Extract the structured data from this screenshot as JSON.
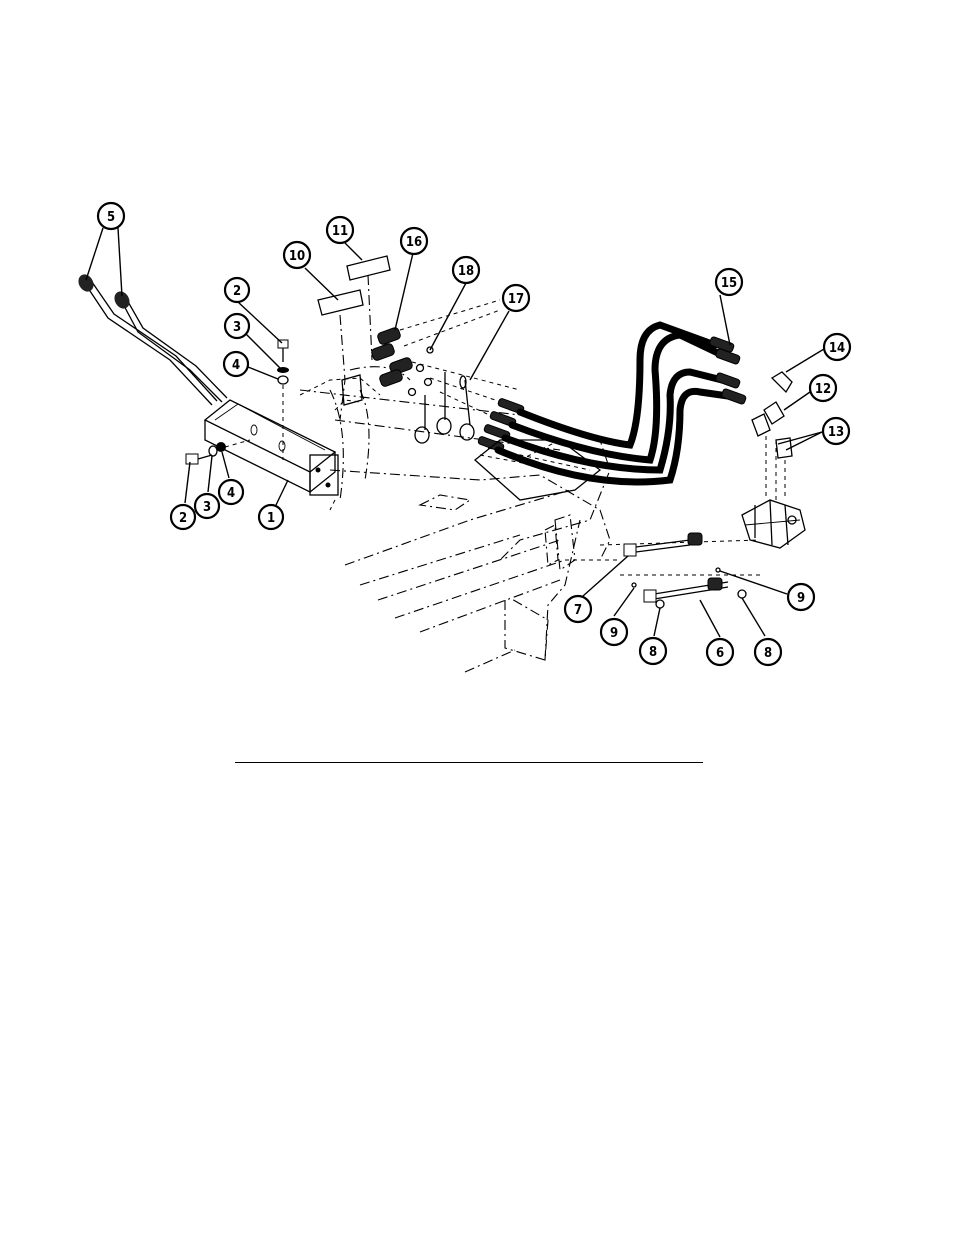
{
  "figure": {
    "callouts": [
      {
        "id": "c5",
        "label": "5"
      },
      {
        "id": "c11",
        "label": "11"
      },
      {
        "id": "c10",
        "label": "10"
      },
      {
        "id": "c16",
        "label": "16"
      },
      {
        "id": "c18",
        "label": "18"
      },
      {
        "id": "c17",
        "label": "17"
      },
      {
        "id": "c15",
        "label": "15"
      },
      {
        "id": "c14",
        "label": "14"
      },
      {
        "id": "c12",
        "label": "12"
      },
      {
        "id": "c13",
        "label": "13"
      },
      {
        "id": "c2a",
        "label": "2"
      },
      {
        "id": "c3a",
        "label": "3"
      },
      {
        "id": "c4a",
        "label": "4"
      },
      {
        "id": "c2b",
        "label": "2"
      },
      {
        "id": "c3b",
        "label": "3"
      },
      {
        "id": "c4b",
        "label": "4"
      },
      {
        "id": "c1",
        "label": "1"
      },
      {
        "id": "c7",
        "label": "7"
      },
      {
        "id": "c9a",
        "label": "9"
      },
      {
        "id": "c9b",
        "label": "9"
      },
      {
        "id": "c8a",
        "label": "8"
      },
      {
        "id": "c6",
        "label": "6"
      },
      {
        "id": "c8b",
        "label": "8"
      }
    ]
  }
}
